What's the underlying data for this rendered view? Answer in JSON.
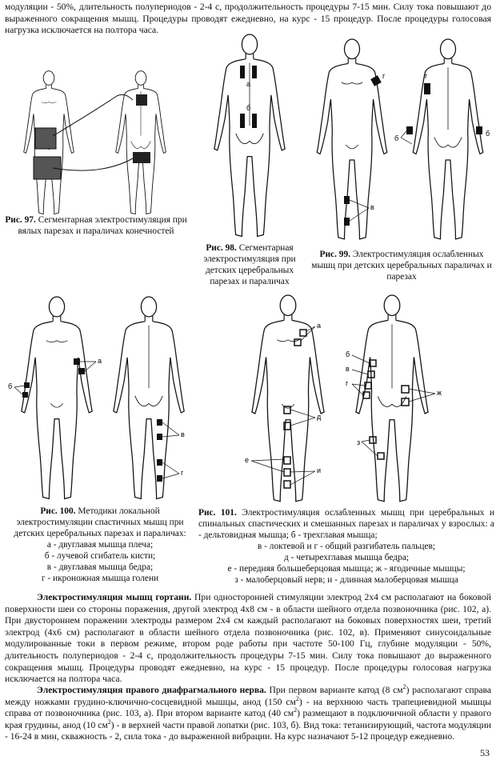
{
  "top_text": "модуляции - 50%, длительность полупериодов - 2-4 с, продолжительность процедуры 7-15 мин. Силу тока повышают до выраженного сокращения мышц. Процедуры проводят ежедневно, на курс - 15 процедур. После процедуры голосовая нагрузка исключается на полтора часа.",
  "figures": {
    "f97": {
      "num": "Рис. 97.",
      "caption": "Сегментарная электростимуляция при вялых парезах и параличах конечностей"
    },
    "f98": {
      "num": "Рис. 98.",
      "caption": "Сегментарная электростимуляция при детских церебральных парезах и параличах",
      "labels": [
        "а",
        "б"
      ]
    },
    "f99": {
      "num": "Рис. 99.",
      "caption": "Электростимуляция ослабленных мышц при детских церебральных параличах и парезах",
      "labels": [
        "г",
        "г",
        "б",
        "б",
        "в"
      ]
    },
    "f100": {
      "num": "Рис. 100.",
      "caption": "Методики локальной электростимуляции спастичных мышц при детских церебральных парезах и параличах:",
      "lines": [
        "а - двуглавая мышца плеча;",
        "б - лучевой сгибатель кисти;",
        "в - двуглавая мышца бедра;",
        "г - икроножная мышца голени"
      ],
      "labels": [
        "а",
        "б",
        "в",
        "г"
      ]
    },
    "f101": {
      "num": "Рис. 101.",
      "caption": "Электростимуляция ослабленных мышц при церебральных и спинальных спастических и смешанных парезах и параличах у взрослых: а - дельтовидная мышца; б - трехглавая мышца;",
      "lines": [
        "в - локтевой и г - общий разгибатель пальцев;",
        "д - четырехглавая мышца бедра;",
        "е - передняя большеберцовая мышца; ж - ягодичные мышцы;",
        "з - малоберцовый нерв; и - длинная малоберцовая мышца"
      ],
      "labels": [
        "а",
        "б",
        "в",
        "г",
        "д",
        "е",
        "и",
        "ж",
        "з"
      ]
    }
  },
  "para1": {
    "title": "Электростимуляция мышц гортани.",
    "text": " При односторонней стимуляции электрод 2х4 см располагают на боковой поверхности шеи со стороны поражения, другой электрод 4х8 см - в области шейного отдела позвоночника (рис. 102, а). При двустороннем поражении электроды размером 2х4 см каждый располагают на боковых поверхностях шеи, третий электрод (4х6 см) располагают в области шейного отдела позвоночника (рис. 102, в). Применяют синусоидальные модулированные токи в первом режиме, втором роде работы при частоте 50-100 Гц, глубине модуляции - 50%, длительность полупериодов - 2-4 с, продолжительность процедуры 7-15 мин. Силу тока повышают до выраженного сокращения мышц. Процедуры проводят ежедневно, на курс - 15 процедур. После процедуры голосовая нагрузка исключается на полтора часа."
  },
  "para2": {
    "title": "Электростимуляция правого диафрагмального нерва.",
    "t1": " При первом варианте катод (8 см",
    "t2": ") располагают справа между ножками грудино-ключично-сосцевидной мышцы, анод (150 см",
    "t3": ") - на верхнюю часть трапециевидной мышцы справа от позвоночника (рис. 103, а). При втором варианте катод (40 см",
    "t4": ") размещают в подключичной области у правого края грудины, анод (10 см",
    "t5": ") - в верхней части правой лопатки (рис. 103, б). Вид тока: тетанизирующий, частота модуляции - 16-24 в мин, скважность - 2, сила тока - до выраженной вибрации. На курс назначают 5-12 процедур ежедневно.",
    "sup": "2"
  },
  "page_number": "53"
}
